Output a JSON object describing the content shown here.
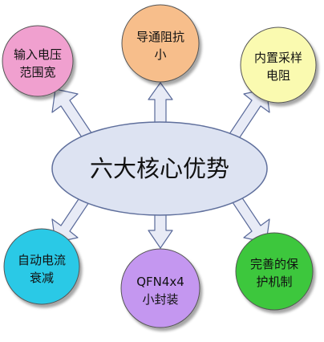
{
  "center": {
    "label": "六大核心优势",
    "fill": "#dde3f2",
    "stroke": "#5f6f9c"
  },
  "colors": {
    "arrow_fill": "#e8ebf6",
    "arrow_stroke": "#5a6a9a",
    "node_stroke": "#555555"
  },
  "nodes": [
    {
      "id": "input-voltage",
      "lines": [
        "输入电压",
        "范围宽"
      ],
      "fill": "#f0a0cf"
    },
    {
      "id": "low-resistance",
      "lines": [
        "导通阻抗",
        "小"
      ],
      "fill": "#f7be8b"
    },
    {
      "id": "sense-resistor",
      "lines": [
        "内置采样",
        "电阻"
      ],
      "fill": "#fafab0"
    },
    {
      "id": "current-foldback",
      "lines": [
        "自动电流",
        "衰减"
      ],
      "fill": "#29c9e6"
    },
    {
      "id": "package",
      "lines": [
        "QFN4x4",
        "小封装"
      ],
      "fill": "#c497f0"
    },
    {
      "id": "protection",
      "lines": [
        "完善的保",
        "护机制"
      ],
      "fill": "#3cc73c"
    }
  ]
}
